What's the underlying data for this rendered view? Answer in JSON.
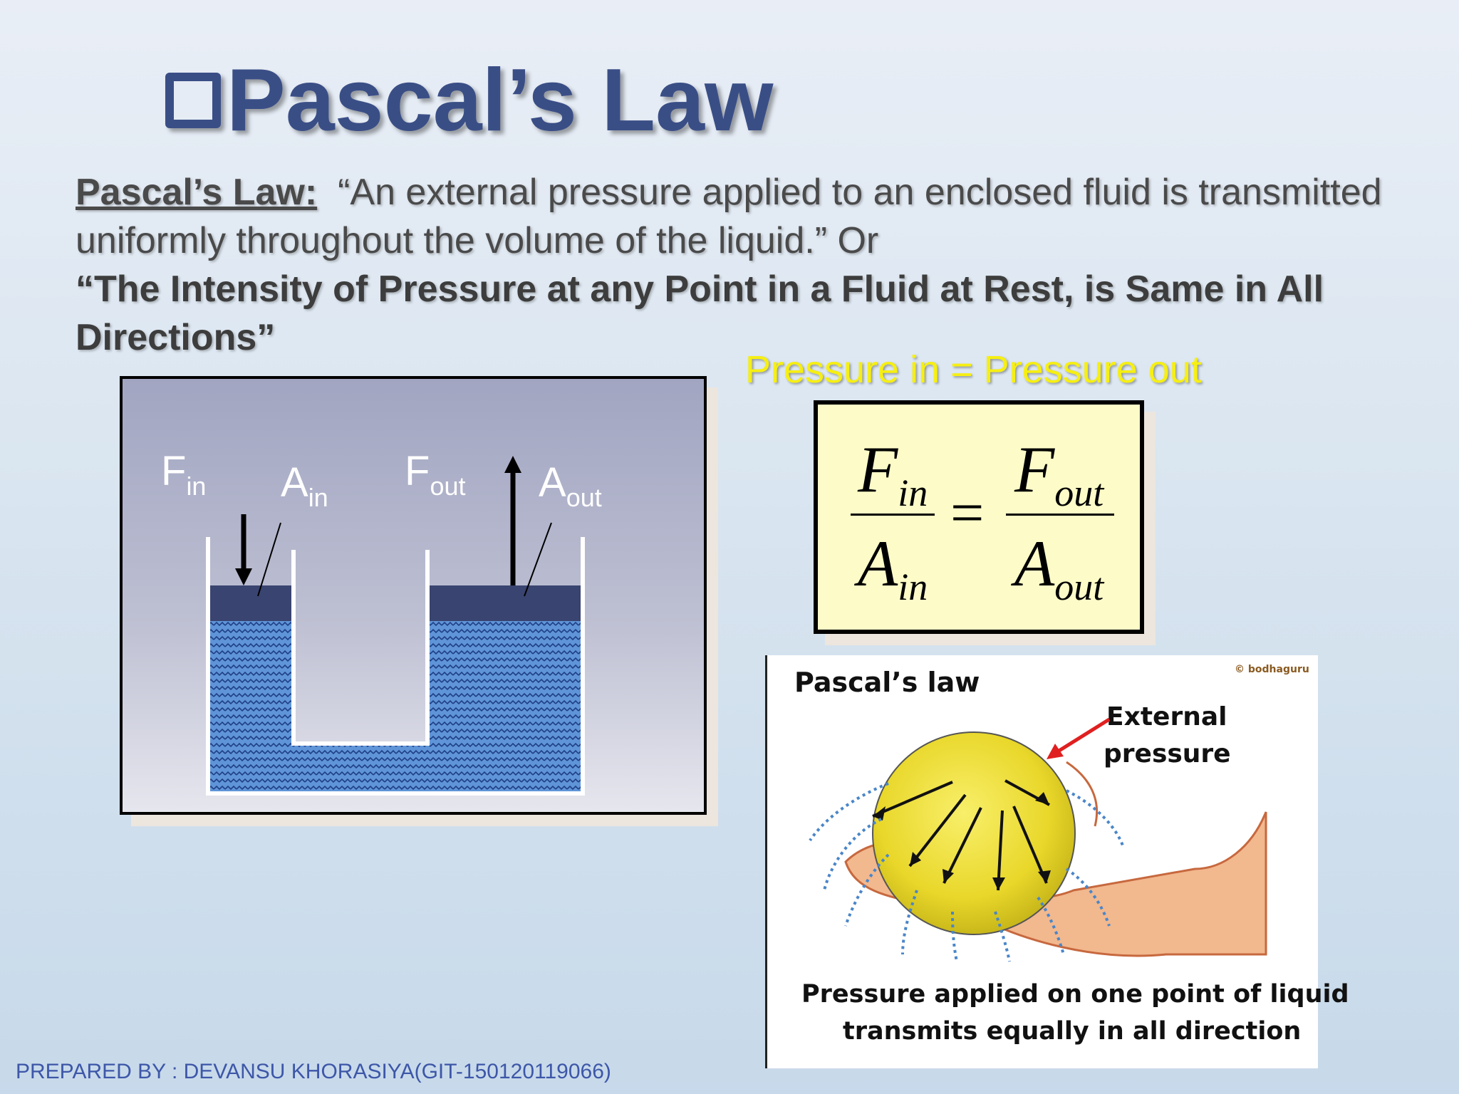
{
  "slide": {
    "title": "Pascal’s Law",
    "definition_lead": "Pascal’s Law:",
    "definition_text": "“An external pressure applied to an enclosed fluid is transmitted uniformly throughout the volume of the liquid.” Or",
    "bold_statement": "“The Intensity of Pressure at any Point in a Fluid at Rest, is Same in All Directions”",
    "pressure_relation": "Pressure in = Pressure out",
    "footer": "PREPARED BY : DEVANSU KHORASIYA(GIT-150120119066)"
  },
  "diagram": {
    "labels": {
      "f_in": "F",
      "f_in_sub": "in",
      "a_in": "A",
      "a_in_sub": "in",
      "f_out": "F",
      "f_out_sub": "out",
      "a_out": "A",
      "a_out_sub": "out"
    },
    "colors": {
      "piston": "#3a4470",
      "fluid": "#5a90d6"
    }
  },
  "formula": {
    "num_left": "F",
    "num_left_sub": "in",
    "den_left": "A",
    "den_left_sub": "in",
    "equals": "=",
    "num_right": "F",
    "num_right_sub": "out",
    "den_right": "A",
    "den_right_sub": "out"
  },
  "pascal_image": {
    "heading": "Pascal’s law",
    "pointer_label_1": "External",
    "pointer_label_2": "pressure",
    "caption_1": "Pressure applied on one point of liquid",
    "caption_2": "transmits equally in all direction",
    "watermark": "© bodhaguru"
  }
}
